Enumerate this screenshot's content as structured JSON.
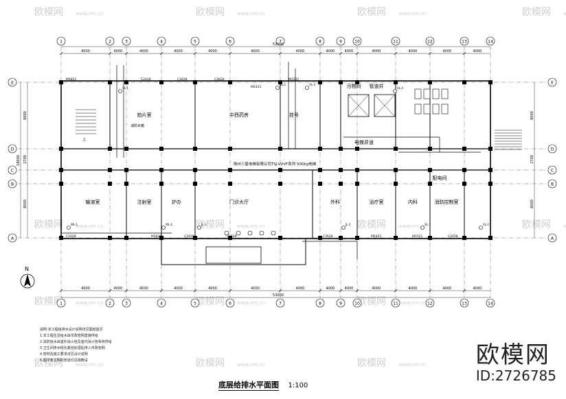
{
  "drawing": {
    "title": "底层给排水平面图",
    "scale": "1:100",
    "north": "N",
    "total_width": "53000",
    "spacing": "4000",
    "depth_left": "18000",
    "bay_depths": [
      "8000",
      "2700",
      "8000"
    ],
    "upper_note": "扬州三星电梯有限公司TSJ-VVVF系列 500kg电梯",
    "riser_note": "XL-1",
    "grid_columns": [
      "1",
      "2",
      "3",
      "4",
      "5",
      "6",
      "7",
      "8",
      "9",
      "10",
      "11",
      "12",
      "13",
      "14"
    ],
    "grid_rows": [
      "E",
      "D",
      "C",
      "B",
      "A"
    ],
    "rooms_upper": [
      {
        "name": "拍片室"
      },
      {
        "name": "中西药房"
      },
      {
        "name": "挂号"
      },
      {
        "name": "污物间"
      },
      {
        "name": "管道井"
      },
      {
        "name": "电梯井道"
      },
      {
        "name": "配电间"
      }
    ],
    "rooms_lower": [
      {
        "name": "输液室"
      },
      {
        "name": "注射室"
      },
      {
        "name": "护办"
      },
      {
        "name": "门诊大厅"
      },
      {
        "name": "外科"
      },
      {
        "name": "治疗室"
      },
      {
        "name": "内科"
      },
      {
        "name": "消防控制室"
      }
    ],
    "labels": {
      "fire_tag": "消防水箱",
      "stair_up": "上",
      "door_codes": [
        "M1821",
        "C2428",
        "C3428",
        "C3628",
        "M2421",
        "M1521",
        "C2028"
      ],
      "risers": [
        "XL-1",
        "XL-2",
        "XL-3",
        "XL-4",
        "WL-1",
        "WL-2",
        "JL-1",
        "JL-2"
      ]
    },
    "notes": [
      "说明:本工程给排水设计说明详见图纸首页",
      "1.本工程生活给水由市政管网直接供给",
      "2.消防给水由室外消火栓及室内消火栓系统供给",
      "3.卫生间排水经化粪池处理后排入市政管网",
      "4.管材及施工要求详见设计说明",
      "5.图中未注明的管道均沿墙敷设"
    ]
  },
  "watermark": {
    "site": "欧模网",
    "url": "www.om.cn"
  },
  "brand": {
    "name": "欧模网",
    "id": "ID:2726785"
  },
  "colors": {
    "line": "#000000",
    "grid": "#444444",
    "watermark": "#cfcfcf",
    "background": "#ffffff"
  }
}
